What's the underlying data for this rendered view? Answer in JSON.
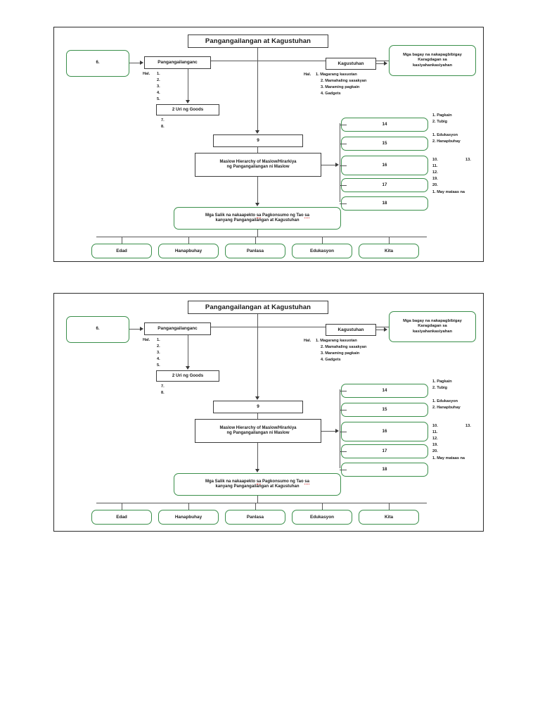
{
  "document": {
    "title": "Pangangailangan at Kagustuhan",
    "page_background": "#ffffff",
    "panel_border_color": "#2b2b2b",
    "accent_green": "#3a8f4a",
    "plain_border": "#3c3c3c",
    "spellcheck_underline_color": "#d92b2b",
    "panel_count": 2,
    "note": "The page shows the same concept-map diagram rendered twice, one above the other."
  },
  "diagram": {
    "title_box": "Pangangailangan at Kagustuhan",
    "left_branch": {
      "blank_green_box": "6.",
      "node": "Pangangailanganc",
      "example_label": "Hal.",
      "example_items": [
        "1.",
        "2.",
        "3.",
        "4.",
        "5."
      ],
      "sub_node": "2 Uri ng Goods",
      "sub_items": [
        "7.",
        "8."
      ]
    },
    "right_branch": {
      "node": "Kagustuhan",
      "example_label": "Hal.",
      "example_items": [
        "1. Magarang kasuotan",
        "2. Mamahaling sasakyan",
        "3. Maraming pagkain",
        "4. Gadgets"
      ],
      "green_box_lines": [
        "Mga bagay na nakapagbibigay",
        "Karagdagan sa",
        "kasiyahankasiyahan"
      ]
    },
    "center_chain": {
      "blank_box": "9",
      "maslow_box_lines": [
        "Maslow Hierarchy of Maslow/Hirarkiya",
        "ng Pangangailangan ni Maslow"
      ]
    },
    "maslow_levels": [
      {
        "label": "14",
        "annotations": [
          "1. Pagkain",
          "2. Tubig"
        ],
        "annotations_right": []
      },
      {
        "label": "15",
        "annotations": [
          "1. Edukasyon",
          "2. Hanapbuhay"
        ],
        "annotations_right": []
      },
      {
        "label": "16",
        "annotations": [
          "10.",
          "11.",
          "12."
        ],
        "annotations_right": [
          "13."
        ]
      },
      {
        "label": "17",
        "annotations": [
          "19.",
          "20."
        ],
        "annotations_right": []
      },
      {
        "label": "18",
        "annotations": [
          "1. May mataas na"
        ],
        "annotations_right": []
      }
    ],
    "factors_box": {
      "line1_a": "Mga Salik na nakaapekto ",
      "line1_sp1": "sa",
      "line1_b": " Pagkonsumo ng Tao ",
      "line1_sp2": "sa",
      "line2": "kanyang Pangangailangan at Kagustuhan"
    },
    "factors": [
      "Edad",
      "Hanapbuhay",
      "Panlasa",
      "Edukasyon",
      "Kita"
    ]
  }
}
